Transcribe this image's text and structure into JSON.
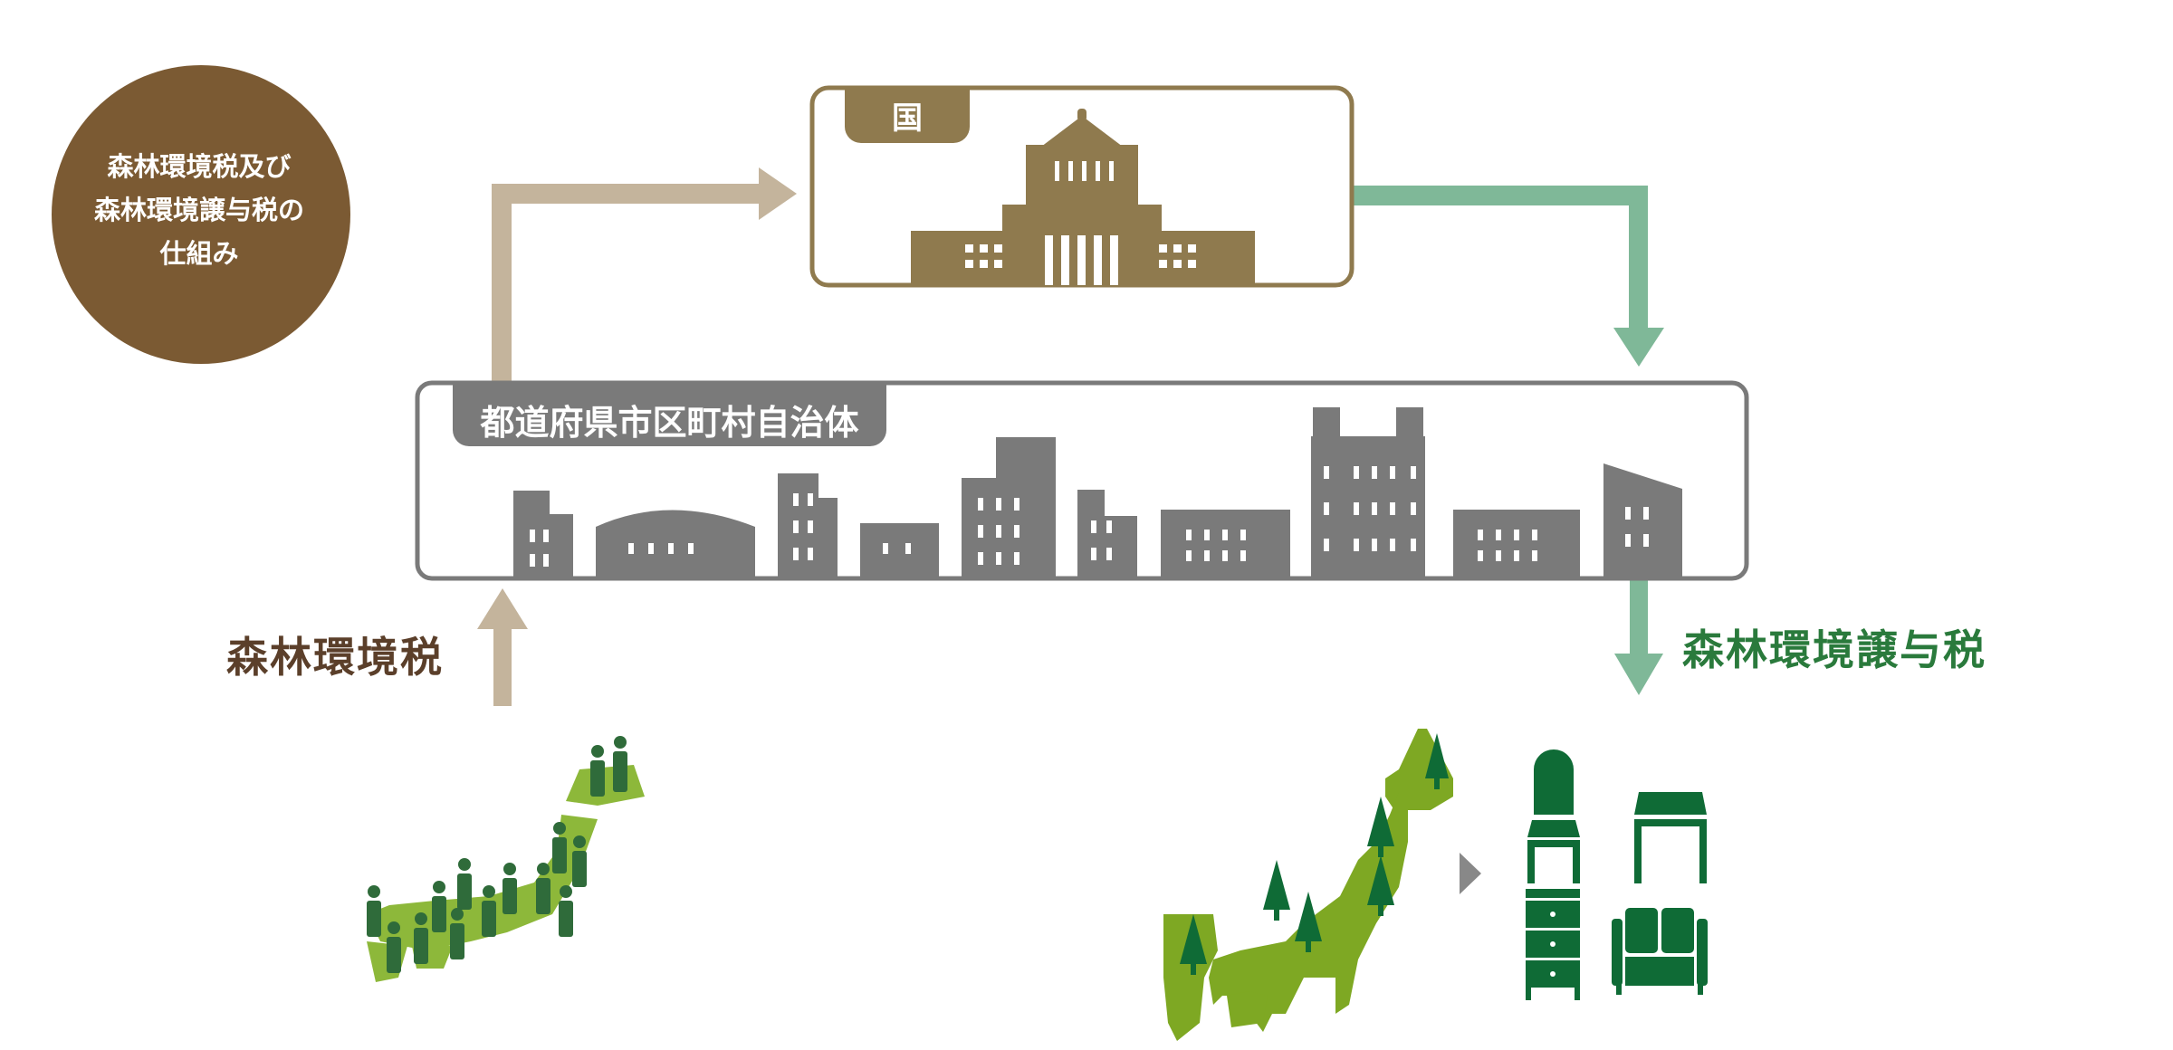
{
  "title_circle": {
    "line1": "森林環境税及び",
    "line2": "森林環境譲与税の",
    "line3": "仕組み"
  },
  "national": {
    "label": "国"
  },
  "municipal": {
    "label": "都道府県市区町村自治体"
  },
  "flows": {
    "forest_tax": "森林環境税",
    "transfer_tax": "森林環境譲与税"
  },
  "colors": {
    "brown": "#7b5a33",
    "gov": "#8f7a4e",
    "tan_arrow": "#c4b49c",
    "green_arrow": "#7fb898",
    "gray": "#7a7a7a",
    "light_green": "#7ea823",
    "dark_green": "#0f6b36"
  },
  "icons": [
    "national-diet-building-icon",
    "city-buildings-icon",
    "japan-map-people-icon",
    "japan-map-trees-icon",
    "chair-icon",
    "table-icon",
    "drawer-icon",
    "sofa-icon"
  ]
}
